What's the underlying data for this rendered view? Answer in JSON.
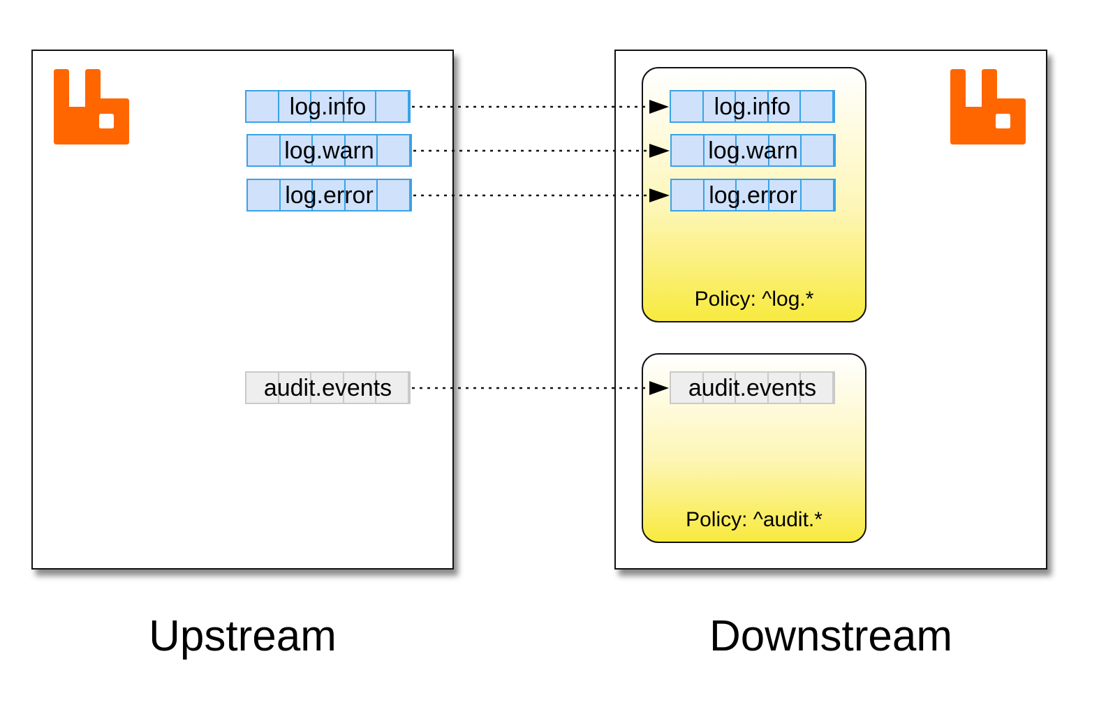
{
  "upstream": {
    "caption": "Upstream",
    "queues": [
      "log.info",
      "log.warn",
      "log.error",
      "audit.events"
    ]
  },
  "downstream": {
    "caption": "Downstream",
    "policies": [
      {
        "label": "Policy: ^log.*",
        "queues": [
          "log.info",
          "log.warn",
          "log.error"
        ]
      },
      {
        "label": "Policy: ^audit.*",
        "queues": [
          "audit.events"
        ]
      }
    ]
  },
  "colors": {
    "logo": "#ff6600",
    "queue_fill": "#cfe1fb",
    "queue_border": "#3aa2e6",
    "unmatched_fill": "#eeeeee",
    "unmatched_border": "#c9c9c9",
    "policy_gradient_bottom": "#f8ea3f"
  },
  "icons": [
    "rabbitmq-logo-icon"
  ]
}
